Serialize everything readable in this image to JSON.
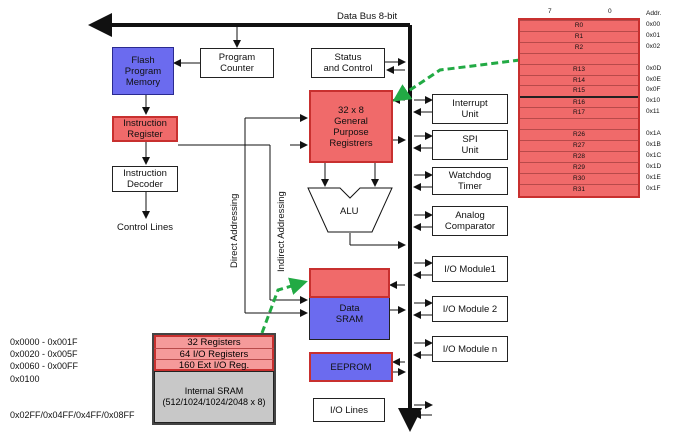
{
  "bus": {
    "label": "Data Bus 8-bit"
  },
  "blocks": {
    "flash": "Flash\nProgram\nMemory",
    "pc": "Program\nCounter",
    "status": "Status\nand Control",
    "ir": "Instruction\nRegister",
    "decoder": "Instruction\nDecoder",
    "control_lines": "Control Lines",
    "gpr": "32 x 8\nGeneral\nPurpose\nRegistrers",
    "alu": "ALU",
    "data_sram": "Data\nSRAM",
    "eeprom": "EEPROM",
    "interrupt": "Interrupt\nUnit",
    "spi": "SPI\nUnit",
    "watchdog": "Watchdog\nTimer",
    "analog": "Analog\nComparator",
    "io1": "I/O Module1",
    "io2": "I/O Module 2",
    "ion": "I/O Module n",
    "iolines": "I/O Lines",
    "direct_addr": "Direct Addressing",
    "indirect_addr": "Indirect Addressing"
  },
  "memory_map": {
    "rows": [
      "32 Registers",
      "64 I/O Registers",
      "160 Ext I/O Reg."
    ],
    "internal_sram": "Internal SRAM\n(512/1024/1024/2048 x 8)",
    "addresses": [
      "0x0000 - 0x001F",
      "0x0020 - 0x005F",
      "0x0060 - 0x00FF",
      "0x0100",
      "0x02FF/0x04FF/0x4FF/0x08FF"
    ]
  },
  "register_file": {
    "bit_high": "7",
    "bit_low": "0",
    "addr_header": "Addr.",
    "rows": [
      {
        "name": "R0",
        "addr": "0x00"
      },
      {
        "name": "R1",
        "addr": "0x01"
      },
      {
        "name": "R2",
        "addr": "0x02"
      },
      {
        "name": "",
        "addr": ""
      },
      {
        "name": "R13",
        "addr": "0x0D"
      },
      {
        "name": "R14",
        "addr": "0x0E"
      },
      {
        "name": "R15",
        "addr": "0x0F"
      },
      {
        "name": "R16",
        "addr": "0x10"
      },
      {
        "name": "R17",
        "addr": "0x11"
      },
      {
        "name": "",
        "addr": ""
      },
      {
        "name": "R26",
        "addr": "0x1A"
      },
      {
        "name": "R27",
        "addr": "0x1B"
      },
      {
        "name": "R28",
        "addr": "0x1C"
      },
      {
        "name": "R29",
        "addr": "0x1D"
      },
      {
        "name": "R30",
        "addr": "0x1E"
      },
      {
        "name": "R31",
        "addr": "0x1F"
      }
    ]
  },
  "colors": {
    "highlight": "#f06a6a",
    "blue": "#6b6bef",
    "callout": "#22aa44"
  }
}
